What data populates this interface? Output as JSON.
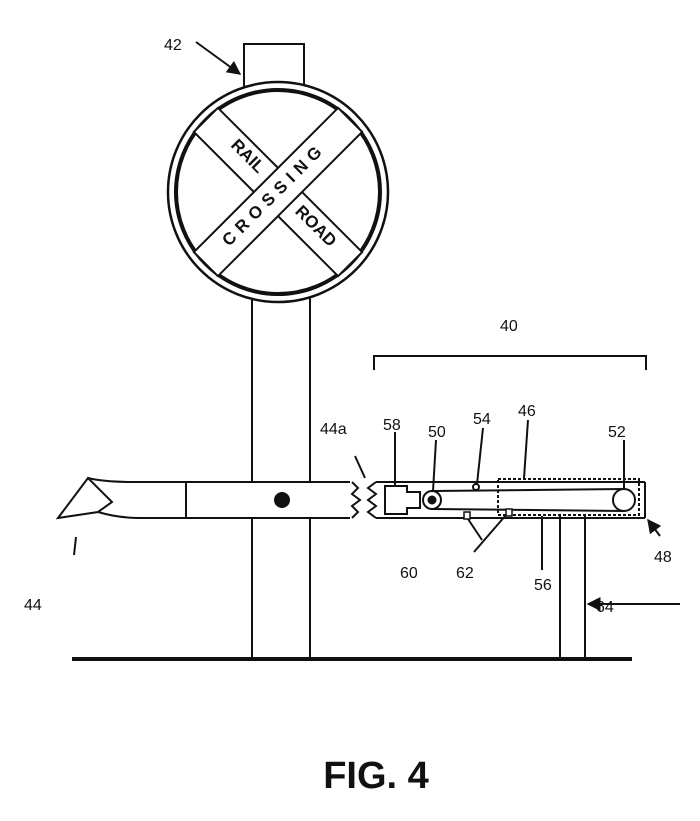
{
  "figure": {
    "caption": "FIG. 4",
    "sign_text": {
      "rail": "RAIL",
      "crossing": "CROSSING",
      "road": "ROAD"
    },
    "labels": {
      "l42": "42",
      "l40": "40",
      "l44": "44",
      "l44a": "44a",
      "l46": "46",
      "l48": "48",
      "l50": "50",
      "l52": "52",
      "l54": "54",
      "l56": "56",
      "l58": "58",
      "l60": "60",
      "l62": "62",
      "l64": "64"
    }
  }
}
